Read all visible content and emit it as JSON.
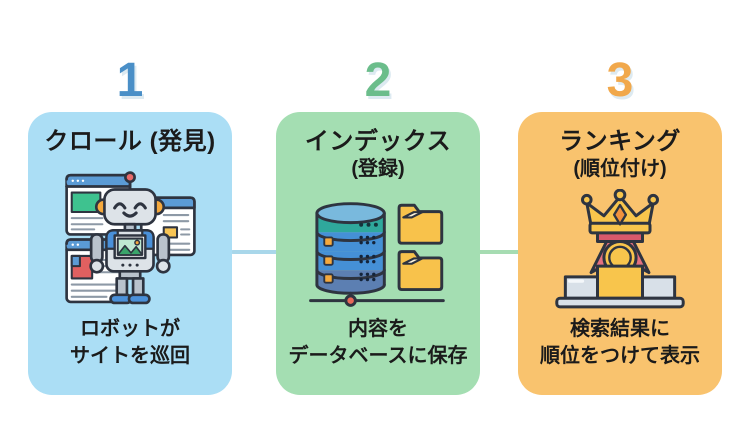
{
  "diagram": {
    "background": "#ffffff",
    "text_color": "#1b1b1b"
  },
  "steps": [
    {
      "number": "1",
      "title": "クロール (発見)",
      "subtitle": "",
      "description_line1": "ロボットが",
      "description_line2": "サイトを巡回",
      "icon": "robot-crawler-icon",
      "card_color": "#abdef5",
      "number_color": "#4a8fc7"
    },
    {
      "number": "2",
      "title": "インデックス",
      "subtitle": "(登録)",
      "description_line1": "内容を",
      "description_line2": "データベースに保存",
      "icon": "database-icon",
      "card_color": "#a4deb2",
      "number_color": "#6bbd8b",
      "db_band_colors": [
        "#2fa89c",
        "#4590d6",
        "#4590d6",
        "#5c7fb2"
      ],
      "folder_color": "#f8c24b"
    },
    {
      "number": "3",
      "title": "ランキング",
      "subtitle": "(順位付け)",
      "description_line1": "検索結果に",
      "description_line2": "順位をつけて表示",
      "icon": "crown-podium-icon",
      "card_color": "#f9c36e",
      "number_color": "#f1a84b",
      "crown_color": "#f8c54c",
      "ribbon_color": "#e4717f"
    }
  ],
  "connectors": [
    {
      "color": "#a9d7ea"
    },
    {
      "color": "#a6dcb2"
    }
  ]
}
